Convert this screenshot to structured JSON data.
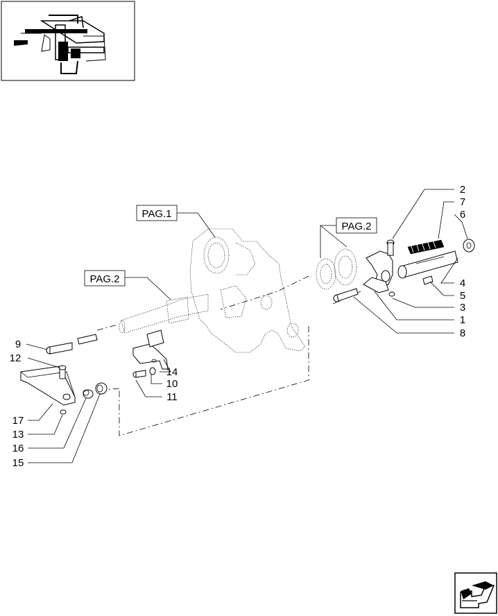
{
  "references": {
    "pag1": "PAG.1",
    "pag2_gears": "PAG.2",
    "pag2_shaft": "PAG.2"
  },
  "callouts": {
    "c1": "1",
    "c2": "2",
    "c3": "3",
    "c4": "4",
    "c5": "5",
    "c6": "6",
    "c7": "7",
    "c8": "8",
    "c9": "9",
    "c10": "10",
    "c11": "11",
    "c12": "12",
    "c13": "13",
    "c14": "14",
    "c15": "15",
    "c16": "16",
    "c17": "17"
  },
  "icons": {
    "thumbnail": "locator-thumbnail-icon",
    "next_page": "next-page-arrow-icon"
  }
}
